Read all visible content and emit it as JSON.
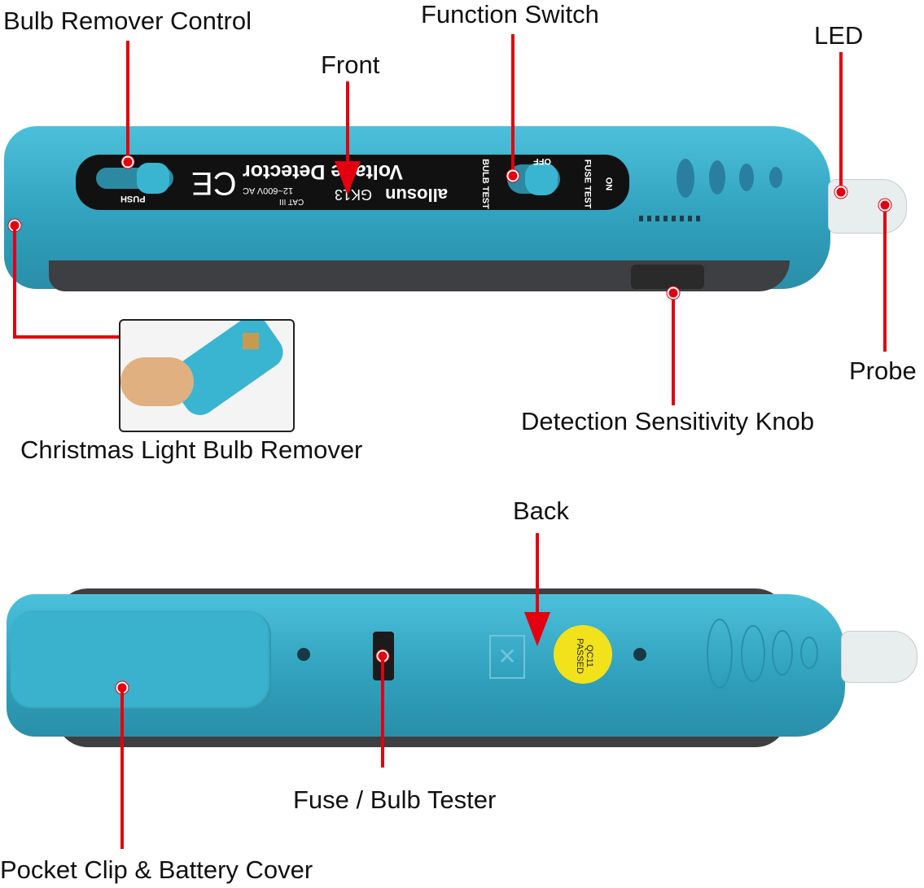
{
  "callouts": {
    "bulb_remover_control": "Bulb Remover Control",
    "front": "Front",
    "function_switch": "Function Switch",
    "led": "LED",
    "probe": "Probe",
    "detection_knob": "Detection Sensitivity Knob",
    "christmas_bulb_remover": "Christmas Light Bulb Remover",
    "back": "Back",
    "fuse_bulb_tester": "Fuse / Bulb Tester",
    "pocket_clip": "Pocket Clip & Battery Cover"
  },
  "device": {
    "brand": "allosun",
    "model": "GK13",
    "product": "Voltage Detector",
    "rating": "12~600V AC",
    "cat": "CAT III",
    "push": "PUSH",
    "ce": "CE",
    "switch_left": "BULB TEST",
    "switch_mid": "OFF",
    "switch_right": "FUSE TEST",
    "switch_on": "ON",
    "sticker_line1": "QC11",
    "sticker_line2": "PASSED"
  },
  "colors": {
    "accent": "#e3000f",
    "body": "#3aaecb"
  }
}
